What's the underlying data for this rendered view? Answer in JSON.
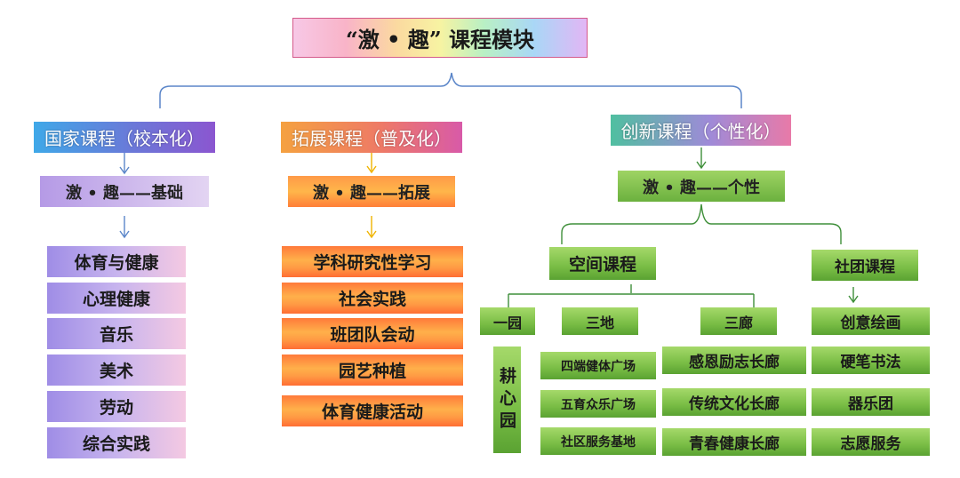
{
  "title": "“激 • 趣” 课程模块",
  "categories": [
    {
      "label": "国家课程（校本化）",
      "sub": "激 • 趣——基础",
      "items": [
        "体育与健康",
        "心理健康",
        "音乐",
        "美术",
        "劳动",
        "综合实践"
      ]
    },
    {
      "label": "拓展课程（普及化）",
      "sub": "激 • 趣——拓展",
      "items": [
        "学科研究性学习",
        "社会实践",
        "班团队会动",
        "园艺种植",
        "体育健康活动"
      ]
    },
    {
      "label": "创新课程（个性化）",
      "sub": "激 • 趣——个性",
      "space": {
        "label": "空间课程",
        "yiyuan": "一园",
        "yiyuan_item": "耕心园",
        "sandi": "三地",
        "sandi_items": [
          "四端健体广场",
          "五育众乐广场",
          "社区服务基地"
        ],
        "sanlang": "三廊",
        "sanlang_items": [
          "感恩励志长廊",
          "传统文化长廊",
          "青春健康长廊"
        ]
      },
      "club": {
        "label": "社团课程",
        "items": [
          "创意绘画",
          "硬笔书法",
          "器乐团",
          "志愿服务"
        ]
      }
    }
  ],
  "colors": {
    "blue_line": "#5b86c9",
    "orange_arrow": "#f0b400",
    "green_line": "#3f8f3a"
  }
}
